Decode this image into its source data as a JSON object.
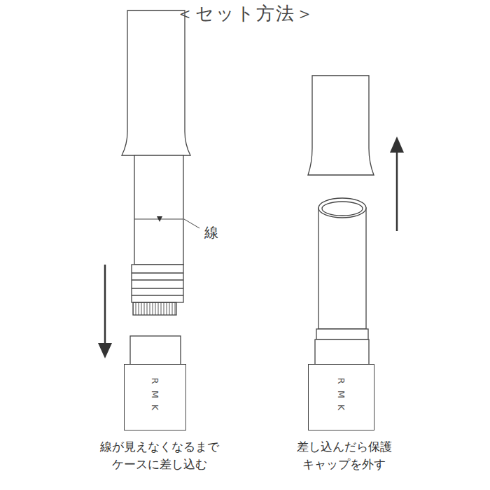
{
  "diagram": {
    "title": "＜セット方法＞",
    "nodes": [
      {
        "text": [
          "RMK"
        ]
      },
      {
        "text": [
          "RMK"
        ]
      }
    ],
    "labels": [
      "線",
      "線が見えなくなるまで ケースに差し込む",
      "差し込んだら保護 キャップを外す"
    ]
  }
}
